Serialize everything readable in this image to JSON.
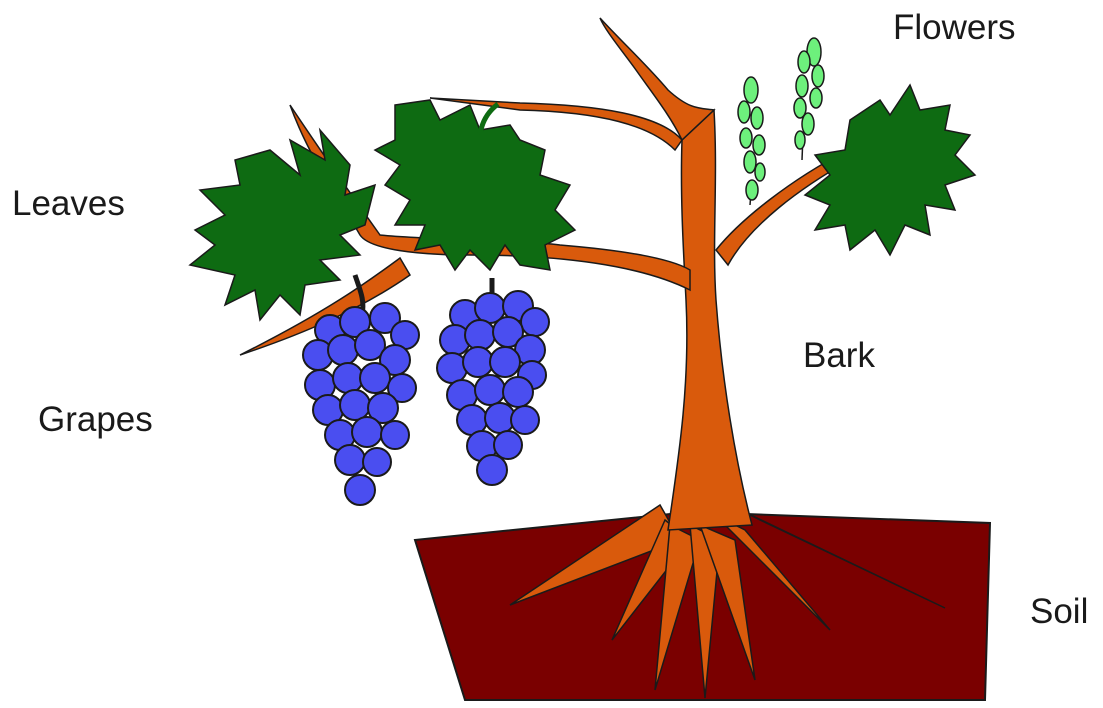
{
  "labels": {
    "flowers": "Flowers",
    "leaves": "Leaves",
    "bark": "Bark",
    "grapes": "Grapes",
    "soil": "Soil"
  },
  "colors": {
    "soil": "#7a0000",
    "trunk": "#d95a0c",
    "leaf": "#0e6b12",
    "grape": "#4a4ef0",
    "flower": "#6df07c",
    "outline": "#1a1a1a"
  }
}
